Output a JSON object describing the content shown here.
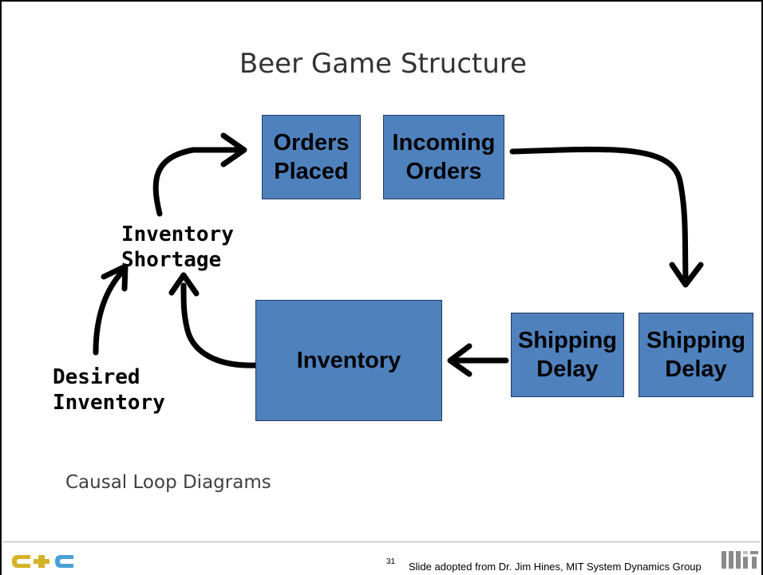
{
  "slide": {
    "title": "Beer Game Structure",
    "subtitle": "Causal Loop Diagrams"
  },
  "diagram": {
    "boxes": {
      "orders_placed": "Orders\nPlaced",
      "incoming_orders": "Incoming\nOrders",
      "inventory": "Inventory",
      "shipping_delay_1": "Shipping\nDelay",
      "shipping_delay_2": "Shipping\nDelay"
    },
    "labels": {
      "inventory_shortage": "Inventory\nShortage",
      "desired_inventory": "Desired\nInventory"
    },
    "box_color": "#4f81bd"
  },
  "footer": {
    "page_number": "31",
    "credit": "Slide adopted from Dr. Jim Hines, MIT System Dynamics Group",
    "left_logo_icon": "ccc-logo-icon",
    "right_logo_icon": "mit-logo-icon"
  }
}
